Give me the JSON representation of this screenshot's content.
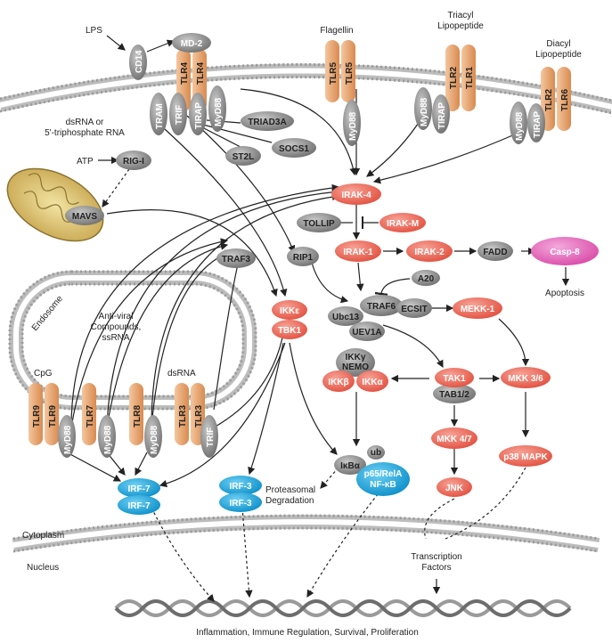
{
  "ligands": {
    "lps": "LPS",
    "flagellin": "Flagellin",
    "triacyl_1": "Triacyl",
    "triacyl_2": "Lipopeptide",
    "diacyl_1": "Diacyl",
    "diacyl_2": "Lipopeptide",
    "dsrna_1": "dsRNA or",
    "dsrna_2": "5'-triphosphate RNA",
    "atp": "ATP",
    "antiviral_1": "Anti-viral",
    "antiviral_2": "Compounds,",
    "antiviral_3": "ssRNA",
    "cpg": "CpG",
    "dsrna_endo": "dsRNA"
  },
  "receptors": {
    "tlr4": "TLR4",
    "tlr5": "TLR5",
    "tlr2": "TLR2",
    "tlr1": "TLR1",
    "tlr6": "TLR6",
    "tlr9": "TLR9",
    "tlr7": "TLR7",
    "tlr8": "TLR8",
    "tlr3": "TLR3"
  },
  "adaptors": {
    "cd14": "CD14",
    "md2": "MD-2",
    "tram": "TRAM",
    "trif": "TRIF",
    "tirap": "TIRAP",
    "myd88": "MyD88",
    "triad3a": "TRIAD3A",
    "socs1": "SOCS1",
    "st2l": "ST2L",
    "rigi": "RIG-I",
    "mavs": "MAVS",
    "traf3": "TRAF3",
    "rip1": "RIP1",
    "tollip": "TOLLIP",
    "a20": "A20",
    "fadd": "FADD",
    "ubc13": "Ubc13",
    "uev1a": "UEV1A",
    "ecsit": "ECSIT",
    "tab12": "TAB1/2",
    "ikbg": "IKKγ",
    "nemo": "NEMO",
    "ikba_sub": "IκBα",
    "ub": "ub"
  },
  "kinases": {
    "irak4": "IRAK-4",
    "irakm": "IRAK-M",
    "irak1": "IRAK-1",
    "irak2": "IRAK-2",
    "casp8": "Casp-8",
    "traf6": "TRAF6",
    "mekk1": "MEKK-1",
    "ikke": "IKKε",
    "tbk1": "TBK1",
    "ikkb": "IKKβ",
    "ikka": "IKKα",
    "tak1": "TAK1",
    "mkk36": "MKK 3/6",
    "mkk47": "MKK 4/7",
    "p38": "p38 MAPK",
    "jnk": "JNK"
  },
  "transcription": {
    "irf7": "IRF-7",
    "irf3": "IRF-3",
    "p65": "p65/RelA",
    "nfkb": "NF-κB"
  },
  "labels": {
    "endosome": "Endosome",
    "apoptosis": "Apoptosis",
    "proteasomal_1": "Proteasomal",
    "proteasomal_2": "Degradation",
    "cytoplasm": "Cytoplasm",
    "nucleus": "Nucleus",
    "tf_1": "Transcription",
    "tf_2": "Factors",
    "outcome": "Inflammation, Immune Regulation, Survival, Proliferation"
  },
  "colors": {
    "gray_node": "#8c8c8c",
    "red_node": "#ee6b5c",
    "pink_node": "#e86fc0",
    "blue_node": "#1aa7df",
    "receptor": "#e9a46e",
    "membrane": "#bdbdbd"
  }
}
